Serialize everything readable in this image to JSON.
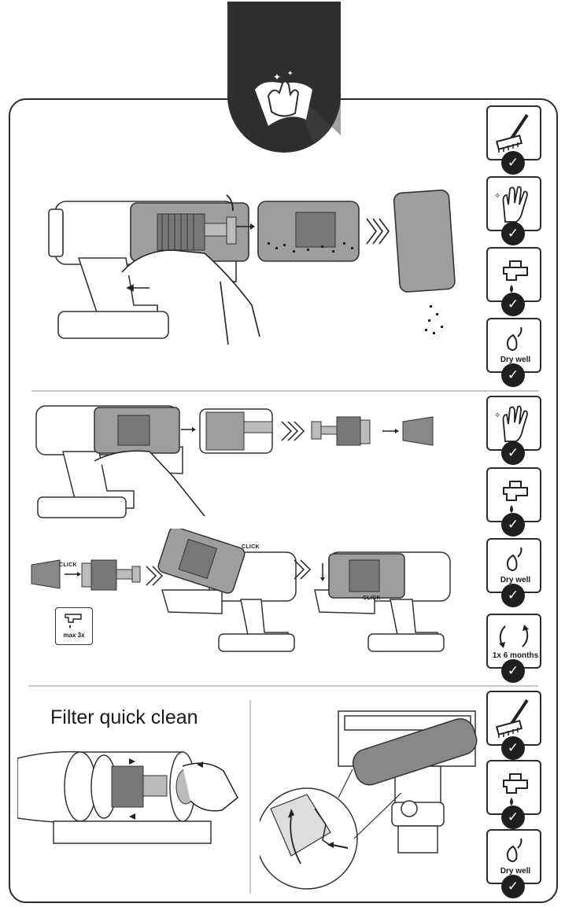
{
  "labels": {
    "click": "CLICK",
    "max_wash": "max 3x",
    "dry_well": "Dry well",
    "replace_interval": "1x 6 months",
    "section_title": "Filter quick clean"
  },
  "colors": {
    "header_tab": "#2e2e2e",
    "outline": "#2b2b2b",
    "dust_bin": "#9e9e9e",
    "tick": "#1f1f1f",
    "divider": "#c9c9c9"
  },
  "icons": {
    "header": "wipe-cloth-icon",
    "brush": "brush-icon",
    "hand": "hand-icon",
    "tap": "water-tap-icon",
    "dry": "drying-icon",
    "rotate": "rotate-arrows-icon",
    "check": "check-icon"
  },
  "checkmark": "✓"
}
